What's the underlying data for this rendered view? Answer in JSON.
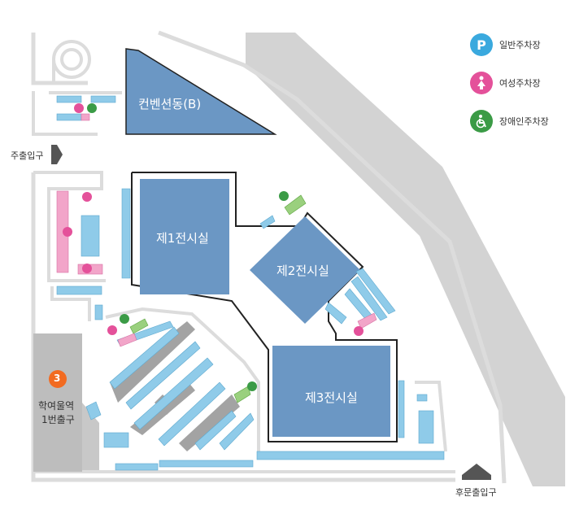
{
  "legend": {
    "general": {
      "icon": "parking-p-icon",
      "label": "일반주차장",
      "color": "#3aa9de"
    },
    "women": {
      "icon": "woman-icon",
      "label": "여성주차장",
      "color": "#e4519a"
    },
    "disabled": {
      "icon": "wheelchair-icon",
      "label": "장애인주차장",
      "color": "#3b9b46"
    }
  },
  "halls": {
    "convention": "컨벤션동(B)",
    "hall1": "제1전시실",
    "hall2": "제2전시실",
    "hall3": "제3전시실"
  },
  "entrances": {
    "main": "주출입구",
    "rear": "후문출입구"
  },
  "station": {
    "number": "3",
    "name": "학여울역",
    "exit": "1번출구",
    "color": "#f26b21"
  },
  "colors": {
    "hall": "#6b97c4",
    "road": "#d3d3d3",
    "station_area": "#bdbdbd",
    "general_stall": "#8fcbe9",
    "women_stall": "#f2a5c9",
    "disabled_stall": "#9ad07e"
  }
}
